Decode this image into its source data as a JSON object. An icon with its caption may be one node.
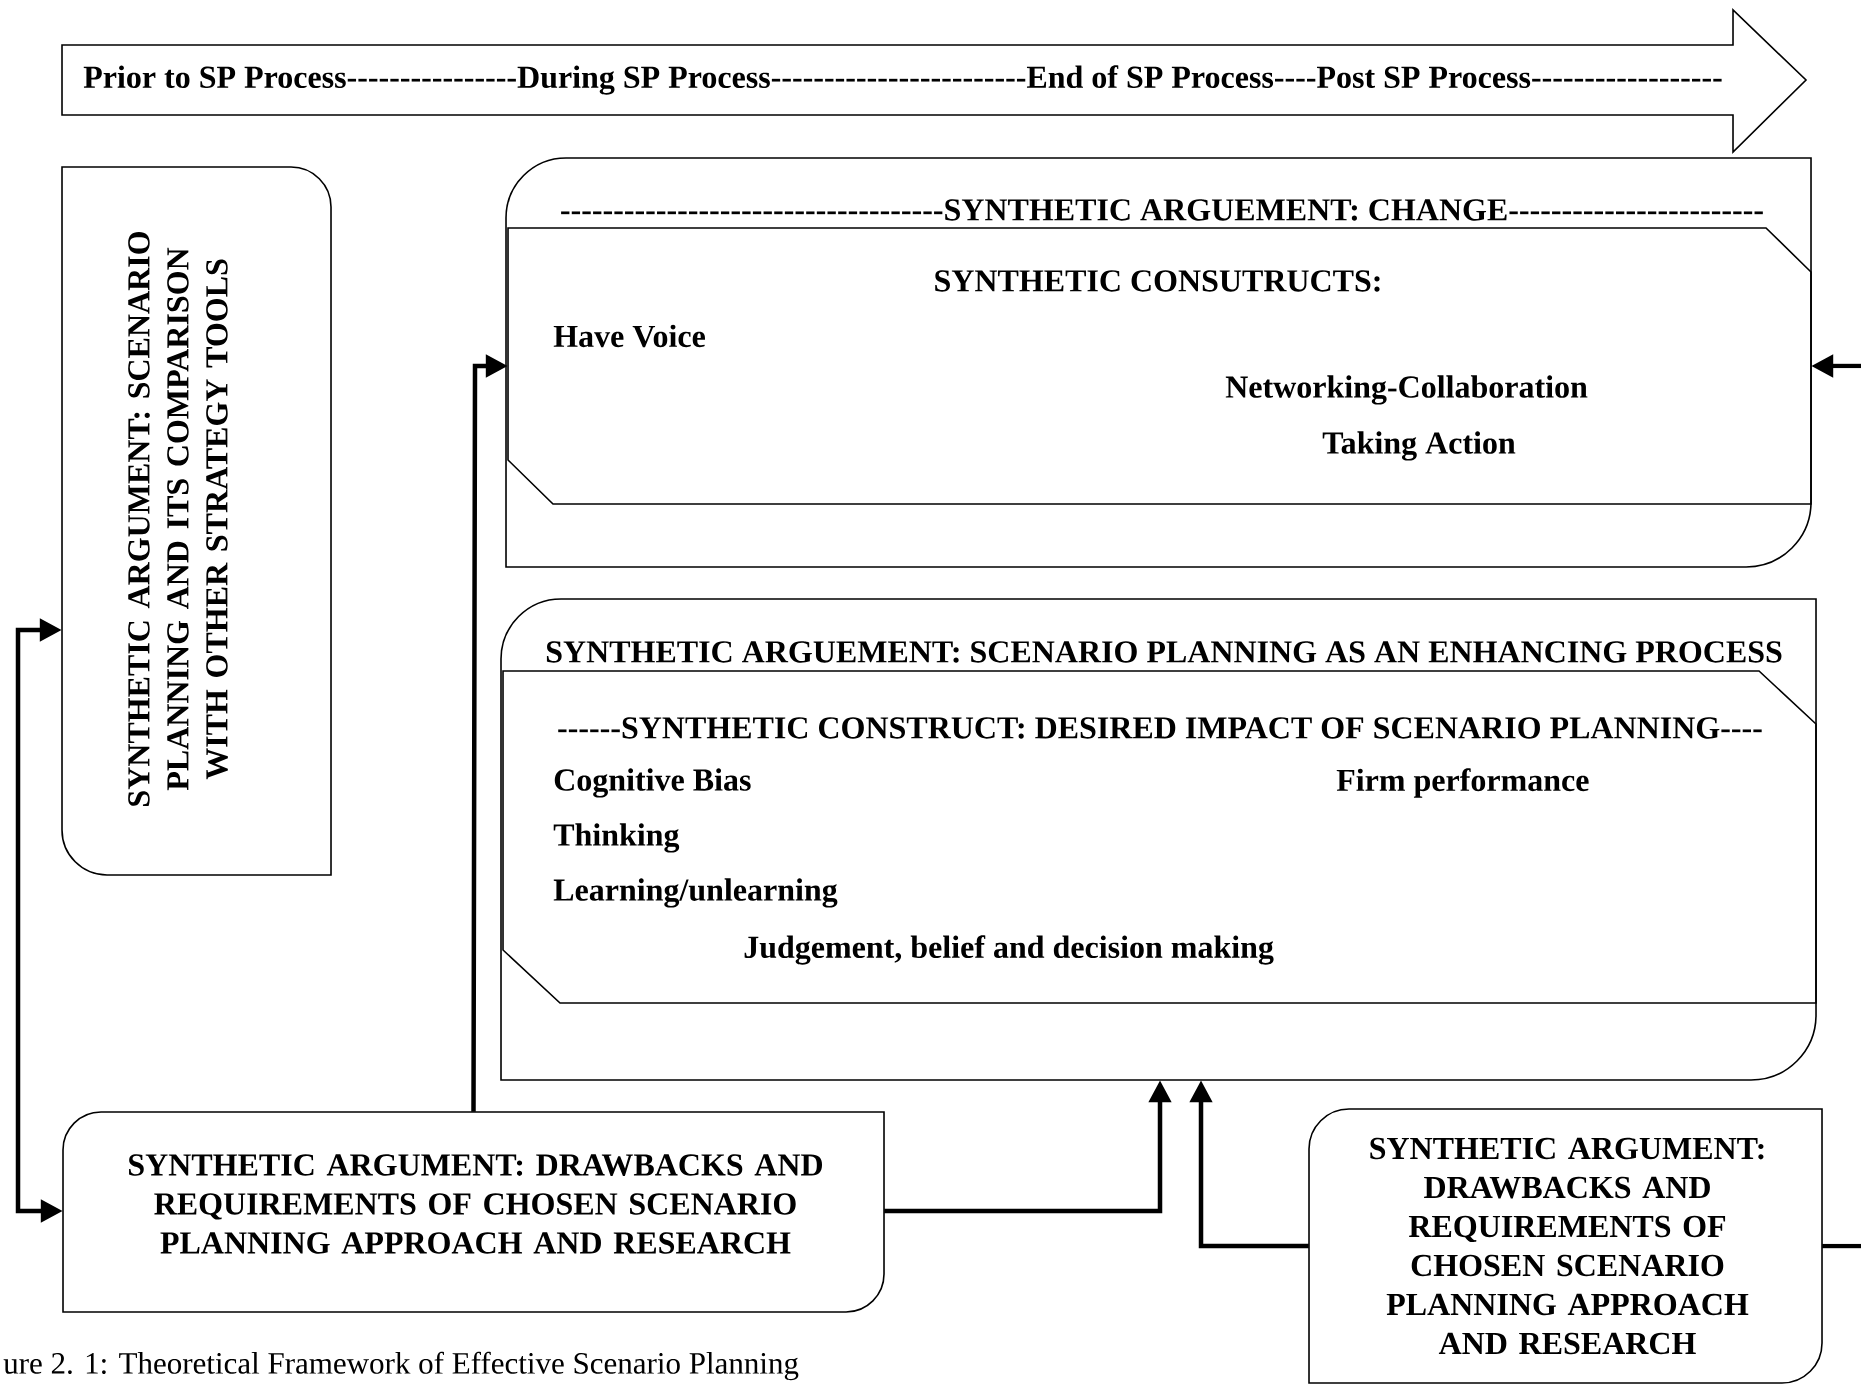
{
  "diagram": {
    "caption": "ure 2. 1: Theoretical Framework of Effective Scenario Planning",
    "nodes": [
      {
        "text": [
          "Prior to SP Process----------------During SP Process------------------------End of SP Process----Post SP Process------------------"
        ]
      },
      {
        "text": [
          "SYNTHETIC ARGUMENT: SCENARIO PLANNING AND ITS COMPARISON WITH OTHER STRATEGY TOOLS"
        ]
      },
      {
        "text": [
          "------------------------------------SYNTHETIC ARGUEMENT: CHANGE------------------------"
        ]
      },
      {
        "text": [
          "SYNTHETIC CONSUTRUCTS:",
          "Have Voice",
          "Networking-Collaboration",
          "Taking Action"
        ],
        "in": 2
      },
      {
        "text": [
          "SYNTHETIC ARGUEMENT: SCENARIO PLANNING AS AN ENHANCING PROCESS"
        ]
      },
      {
        "text": [
          "------SYNTHETIC CONSTRUCT: DESIRED IMPACT OF SCENARIO PLANNING----",
          "Cognitive Bias",
          "Firm performance",
          "Thinking",
          "Learning/unlearning",
          "Judgement, belief and decision making"
        ],
        "in": 4
      },
      {
        "text": [
          "SYNTHETIC ARGUMENT: DRAWBACKS AND REQUIREMENTS OF CHOSEN SCENARIO PLANNING APPROACH AND RESEARCH"
        ]
      },
      {
        "text": [
          "SYNTHETIC ARGUMENT: DRAWBACKS AND REQUIREMENTS OF CHOSEN SCENARIO PLANNING APPROACH AND RESEARCH"
        ]
      }
    ],
    "edges": [
      {
        "from": 6,
        "to": 3,
        "arrow": "to"
      },
      {
        "from": 6,
        "to": 4,
        "arrow": "to"
      },
      {
        "from": 7,
        "to": 4,
        "arrow": "to"
      },
      {
        "from": 1,
        "to": 6,
        "arrow": "both"
      },
      {
        "from": null,
        "to": 3,
        "arrow": "to"
      },
      {
        "from": 7,
        "to": null,
        "arrow": "none"
      }
    ]
  }
}
